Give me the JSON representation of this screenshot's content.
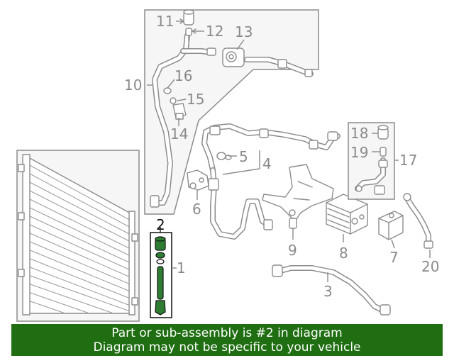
{
  "callouts": {
    "c1": "1",
    "c2": "2",
    "c3": "3",
    "c4": "4",
    "c5": "5",
    "c6": "6",
    "c7": "7",
    "c8": "8",
    "c9": "9",
    "c10": "10",
    "c11": "11",
    "c12": "12",
    "c13": "13",
    "c14": "14",
    "c15": "15",
    "c16": "16",
    "c17": "17",
    "c18": "18",
    "c19": "19",
    "c20": "20"
  },
  "highlighted_part": "2",
  "colors": {
    "banner": "#1f6e12",
    "highlight": "#2e7d32",
    "linework": "#8c8c8c"
  },
  "banner": {
    "line1": "Part or sub-assembly is #2 in diagram",
    "line2": "Diagram may not be specific to your vehicle"
  }
}
